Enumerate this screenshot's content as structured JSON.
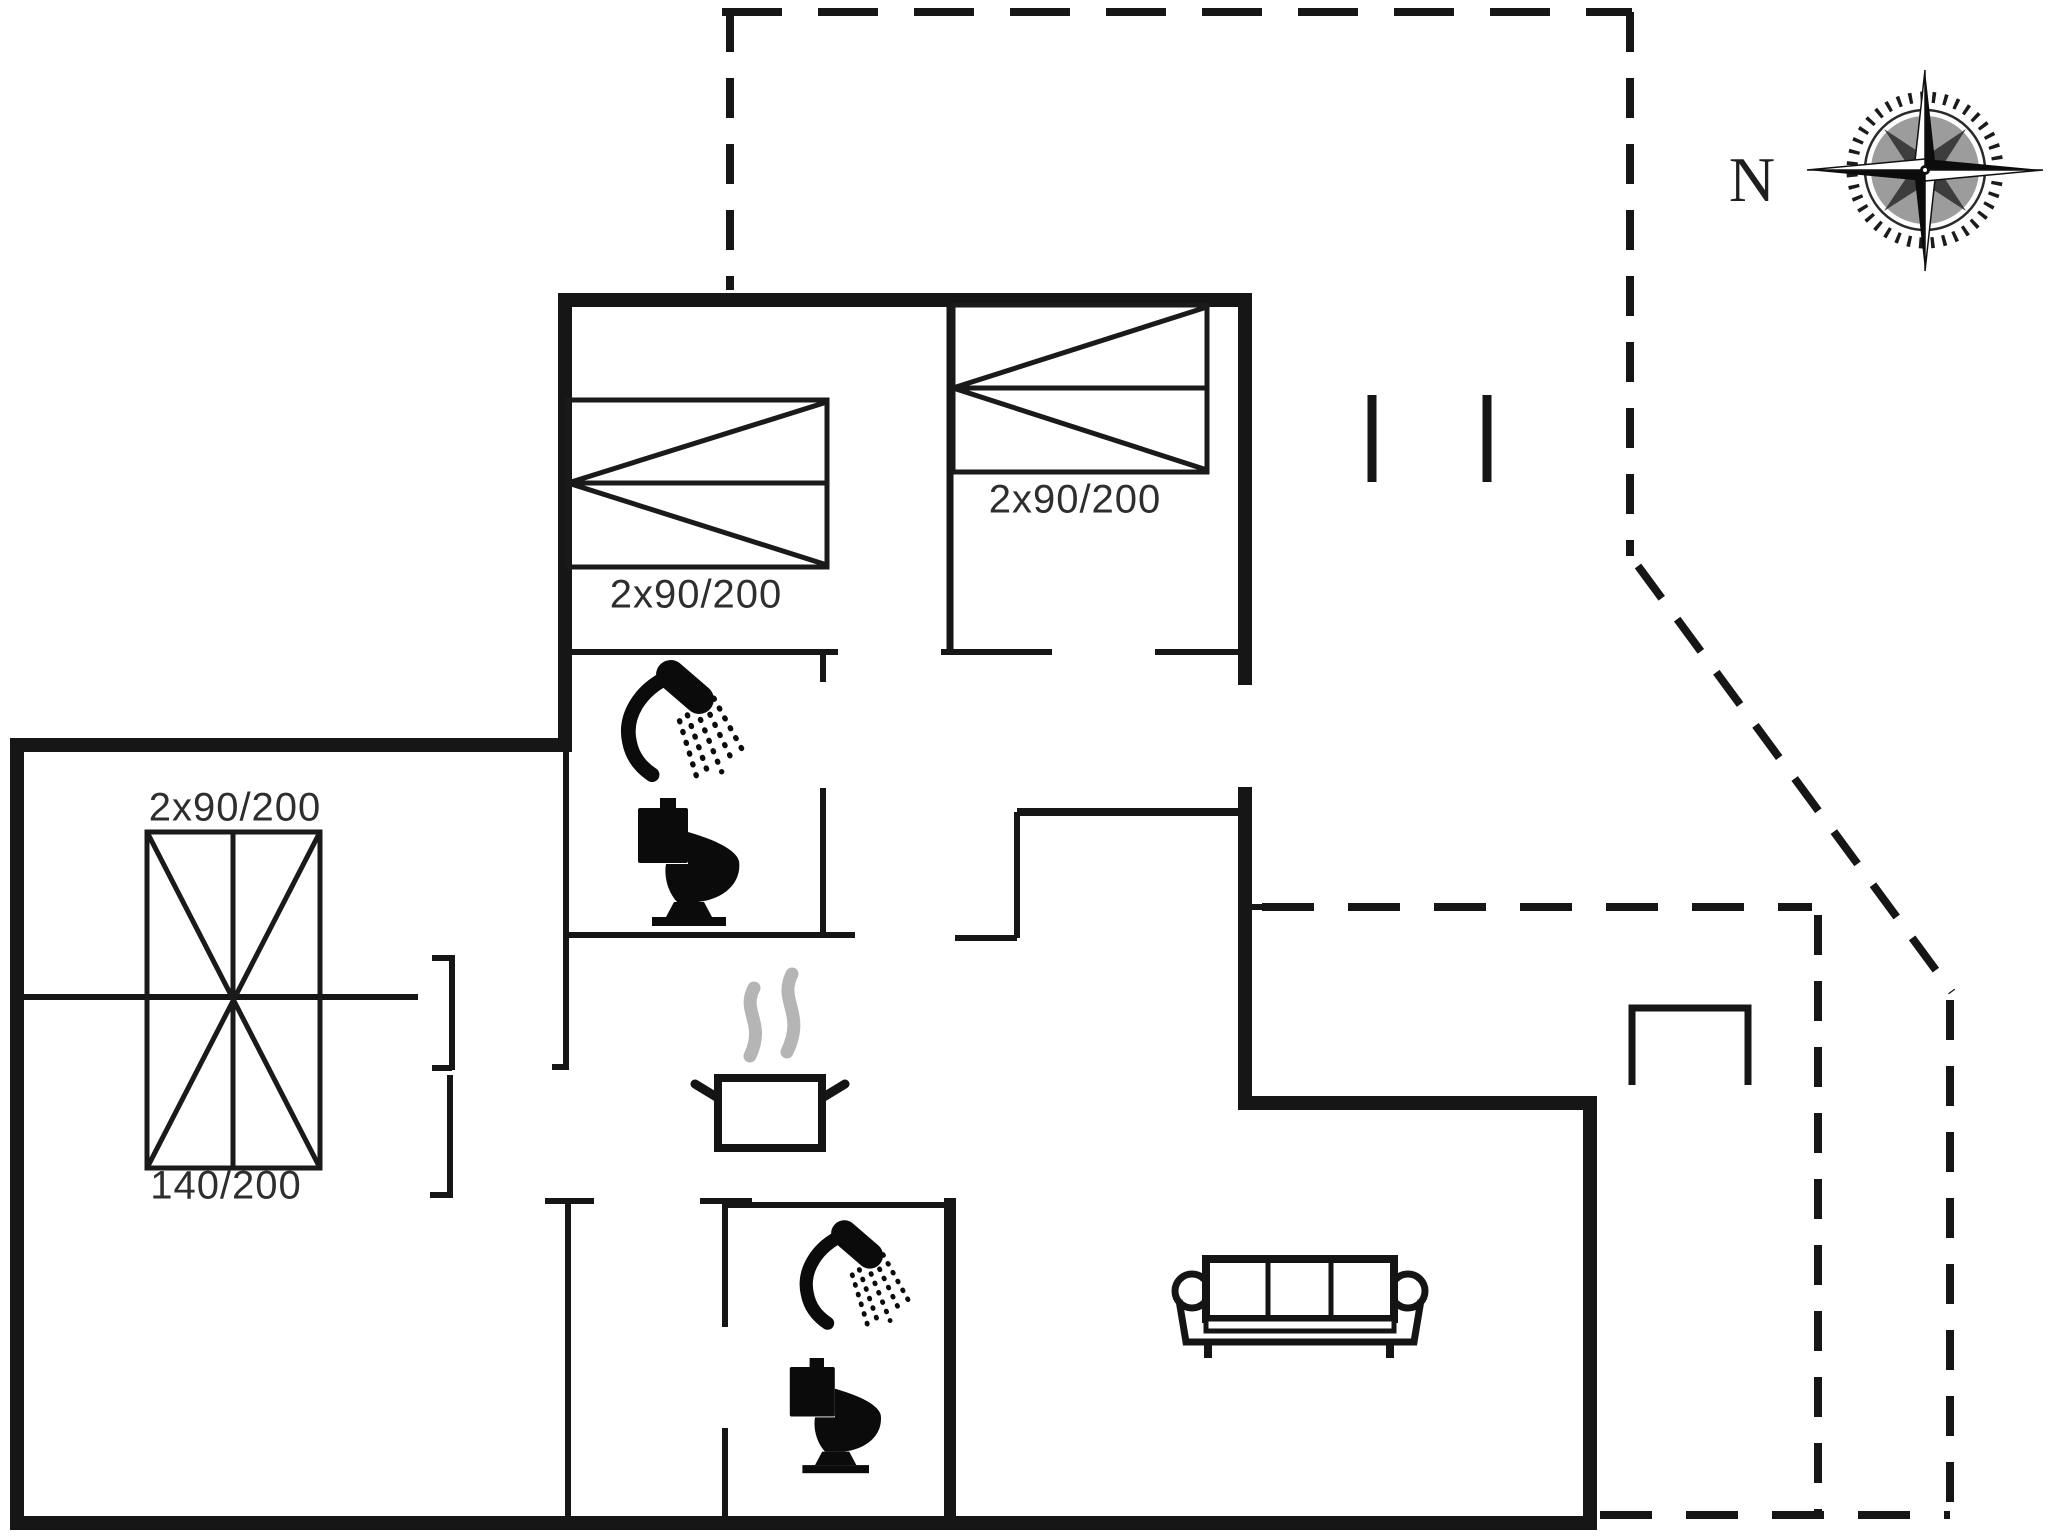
{
  "plan": {
    "background": "#ffffff",
    "wall_color": "#161616",
    "steam_color": "#b5b5b5",
    "compass_disc_color": "#9c9c9c"
  },
  "labels": {
    "bedroom1_bed": "2x90/200",
    "bedroom2_bed": "2x90/200",
    "left_room_twin_bed": "2x90/200",
    "left_room_double_bed": "140/200"
  },
  "compass": {
    "letter": "N"
  },
  "icons": [
    "compass-rose-icon",
    "shower-icon",
    "toilet-icon",
    "cooking-pot-icon",
    "steam-icon",
    "sofa-icon",
    "bed-symbol",
    "terrace-dashed-outline",
    "door-marks-icon",
    "steps-icon"
  ]
}
